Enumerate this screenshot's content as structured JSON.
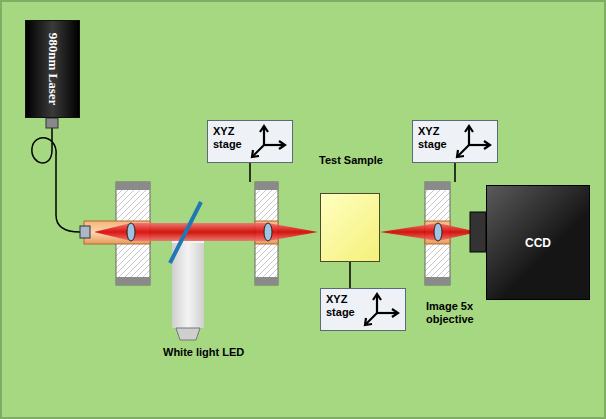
{
  "diagram": {
    "nodes": [
      {
        "text": [
          "980nm Laser"
        ]
      },
      {
        "text": [
          "XYZ stage"
        ]
      },
      {
        "text": [
          "XYZ stage"
        ]
      },
      {
        "text": [
          "Test Sample"
        ]
      },
      {
        "text": [
          "XYZ stage"
        ]
      },
      {
        "text": [
          "CCD"
        ]
      }
    ],
    "edges": [
      {
        "from": 3,
        "to": 4,
        "arrow": "none"
      }
    ],
    "labels": [
      "White light LED",
      "Image 5x objective"
    ]
  }
}
